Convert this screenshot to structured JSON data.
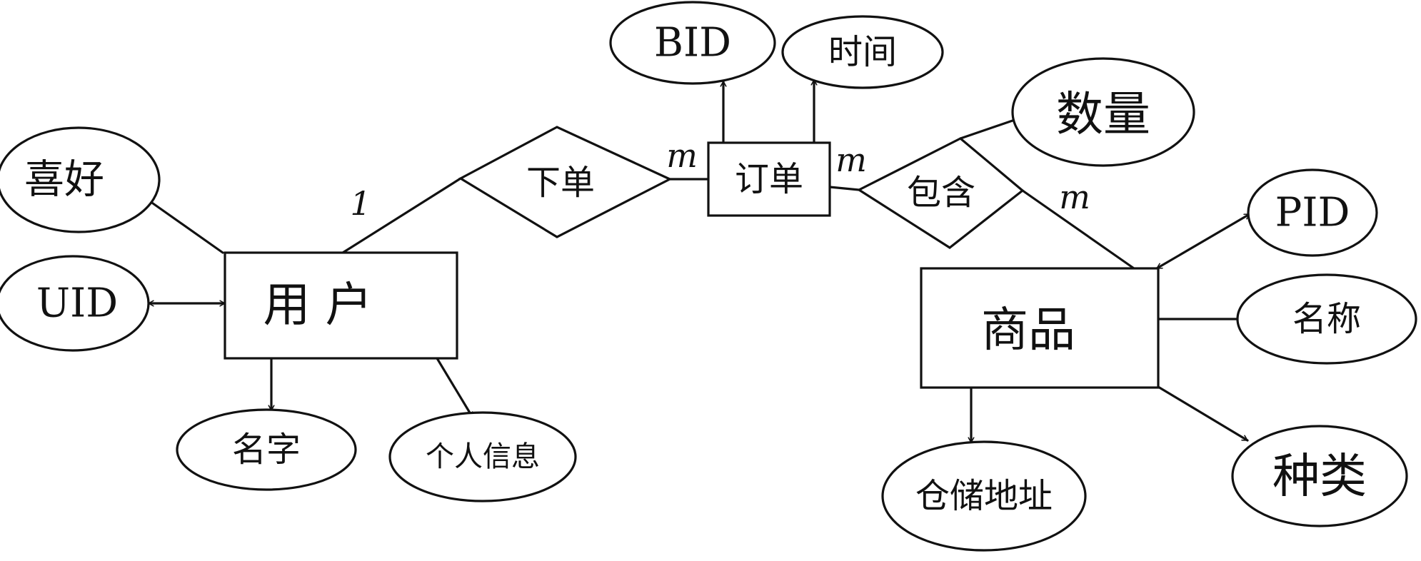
{
  "entities": {
    "user": "用 户",
    "order": "订单",
    "product": "商品"
  },
  "relationships": {
    "place_order": "下单",
    "contains": "包含"
  },
  "attributes": {
    "hobby": "喜好",
    "uid": "UID",
    "name": "名字",
    "personal_info": "个人信息",
    "bid": "BID",
    "time": "时间",
    "quantity": "数量",
    "pid": "PID",
    "product_name": "名称",
    "category": "种类",
    "storage_address": "仓储地址"
  },
  "cardinalities": {
    "user_side": "1",
    "order_side_place": "m",
    "order_side_contains": "m",
    "product_side": "m"
  },
  "colors": {
    "ink": "#111111",
    "paper": "#ffffff"
  }
}
